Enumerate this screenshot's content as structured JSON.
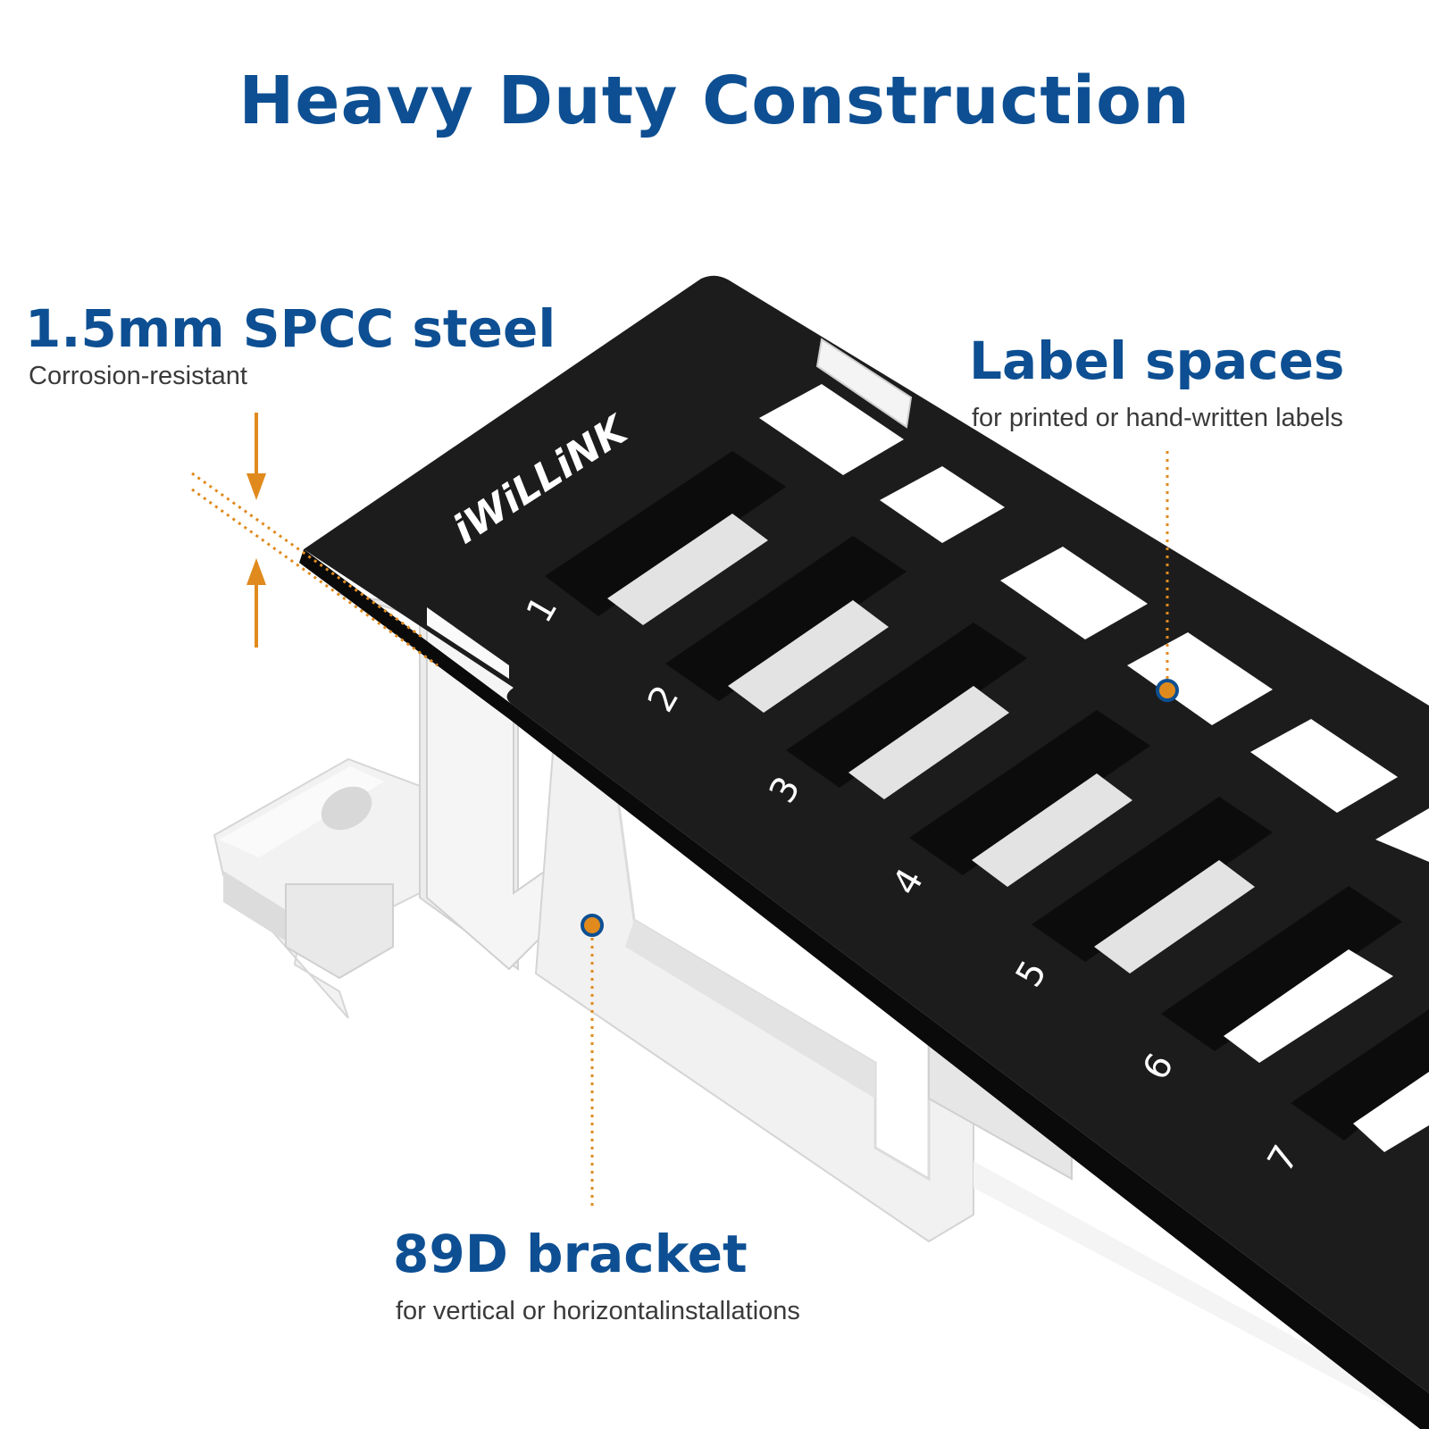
{
  "title": "Heavy Duty Construction",
  "features": {
    "steel": {
      "title": "1.5mm SPCC steel",
      "subtitle": "Corrosion-resistant"
    },
    "labels": {
      "title": "Label spaces",
      "subtitle": "for printed or hand-written labels"
    },
    "bracket": {
      "title": "89D bracket",
      "subtitle": "for vertical or horizontalinstallations"
    }
  },
  "brand": "iWiLLiNK",
  "port_numbers": [
    "1",
    "2",
    "3",
    "4",
    "5",
    "6",
    "7"
  ],
  "colors": {
    "title_blue": "#0d4f92",
    "callout_orange": "#e08a1e",
    "panel_black": "#1c1c1c",
    "bracket_white": "#eeeeee"
  }
}
